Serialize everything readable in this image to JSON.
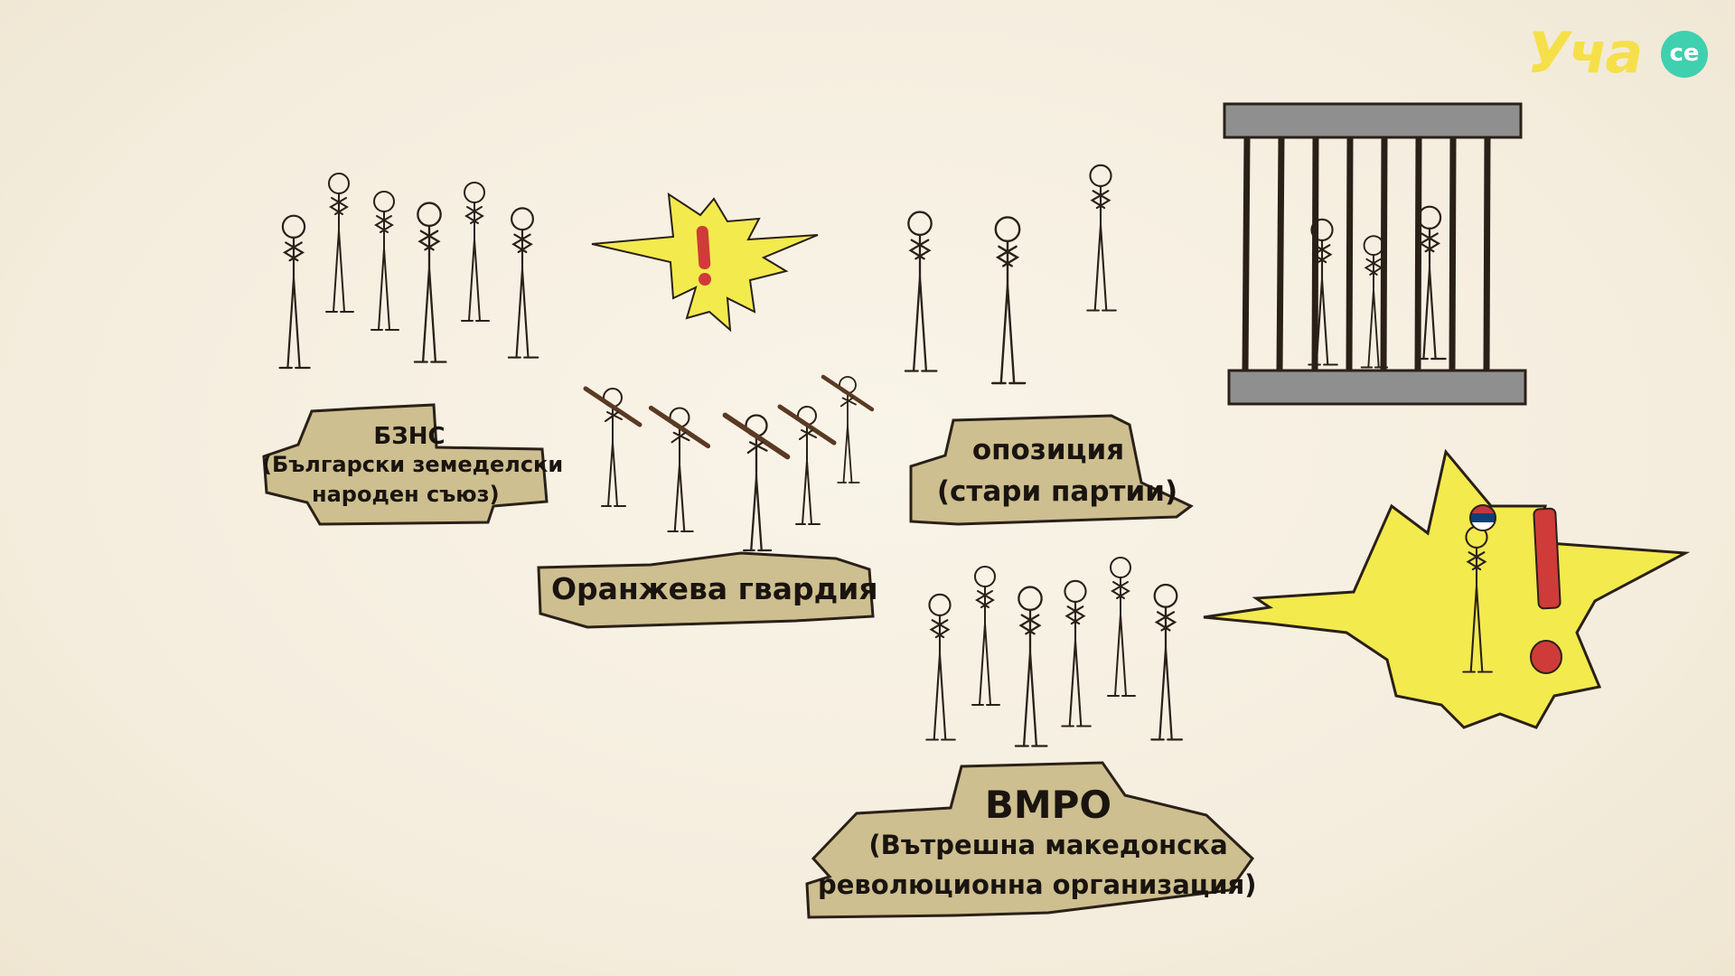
{
  "logo": {
    "text": "Уча",
    "badge": "се"
  },
  "labels": {
    "bzns_abbr": "БЗНС",
    "bzns_line1": "(Български земеделски",
    "bzns_line2": "народен съюз)",
    "orange_guard": "Оранжева гвардия",
    "opposition_line1": "опозиция",
    "opposition_line2": "(стари партии)",
    "vmro_abbr": "ВМРО",
    "vmro_line1": "(Вътрешна македонска",
    "vmro_line2": "революционна организация)"
  },
  "burst_marks": {
    "small": "!",
    "large": "!"
  },
  "icons": {
    "jail": "jail-cage-icon",
    "flag_badge": "serbian-flag-badge-icon",
    "burst": "explosion-burst-icon"
  },
  "colors": {
    "paper": "#f6efe0",
    "plaque": "#cdbf8f",
    "plaque_border": "#2a2018",
    "burst_yellow": "#f3ea4e",
    "exclaim_red": "#cf3b38",
    "cage_gray": "#8f8f8f",
    "logo_yellow": "#f5e04a",
    "logo_teal": "#3fd0b0"
  }
}
